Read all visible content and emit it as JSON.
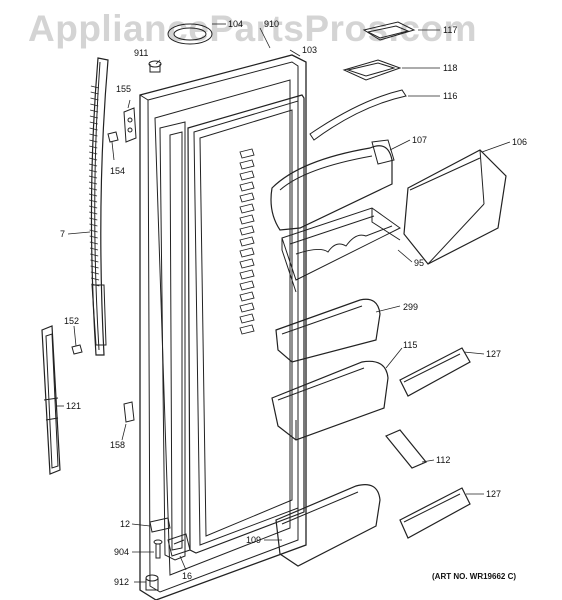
{
  "watermark": "AppliancePartsPros.com",
  "art_number": "(ART NO. WR19662 C)",
  "callouts": {
    "c_104": "104",
    "c_910": "910",
    "c_103": "103",
    "c_911": "911",
    "c_117": "117",
    "c_118": "118",
    "c_116": "116",
    "c_155": "155",
    "c_154": "154",
    "c_107": "107",
    "c_106": "106",
    "c_7": "7",
    "c_95": "95",
    "c_299": "299",
    "c_152": "152",
    "c_115": "115",
    "c_127a": "127",
    "c_121": "121",
    "c_158": "158",
    "c_112": "112",
    "c_127b": "127",
    "c_12": "12",
    "c_904": "904",
    "c_109": "109",
    "c_16": "16",
    "c_912": "912"
  }
}
